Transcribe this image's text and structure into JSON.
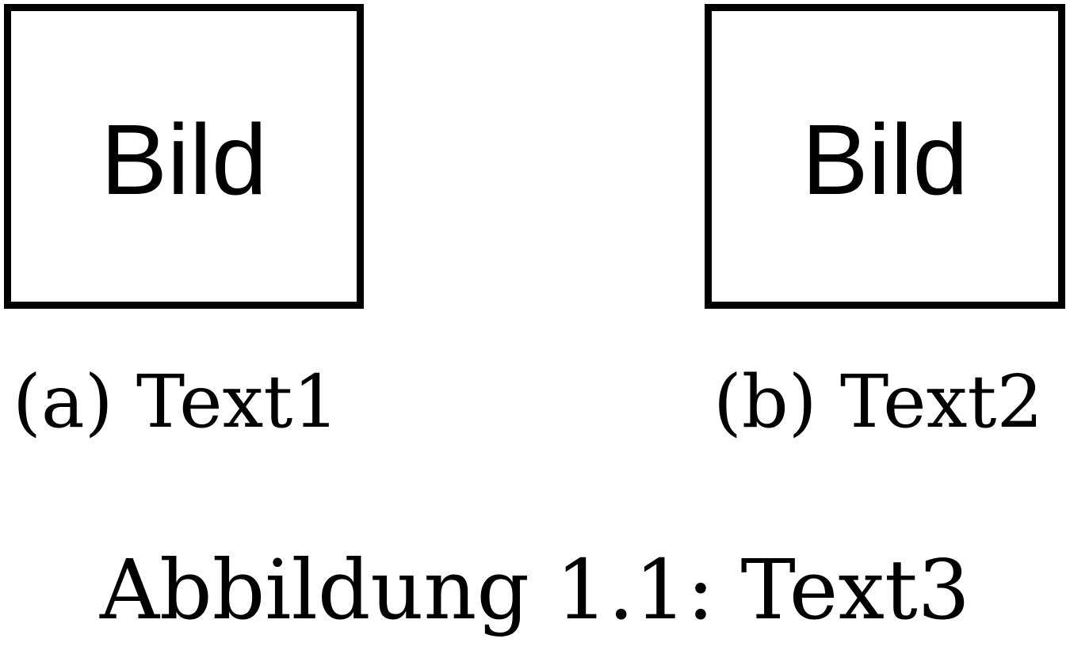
{
  "subfigures": [
    {
      "image_label": "Bild",
      "caption": "(a) Text1"
    },
    {
      "image_label": "Bild",
      "caption": "(b) Text2"
    }
  ],
  "figure_caption": "Abbildung 1.1: Text3"
}
